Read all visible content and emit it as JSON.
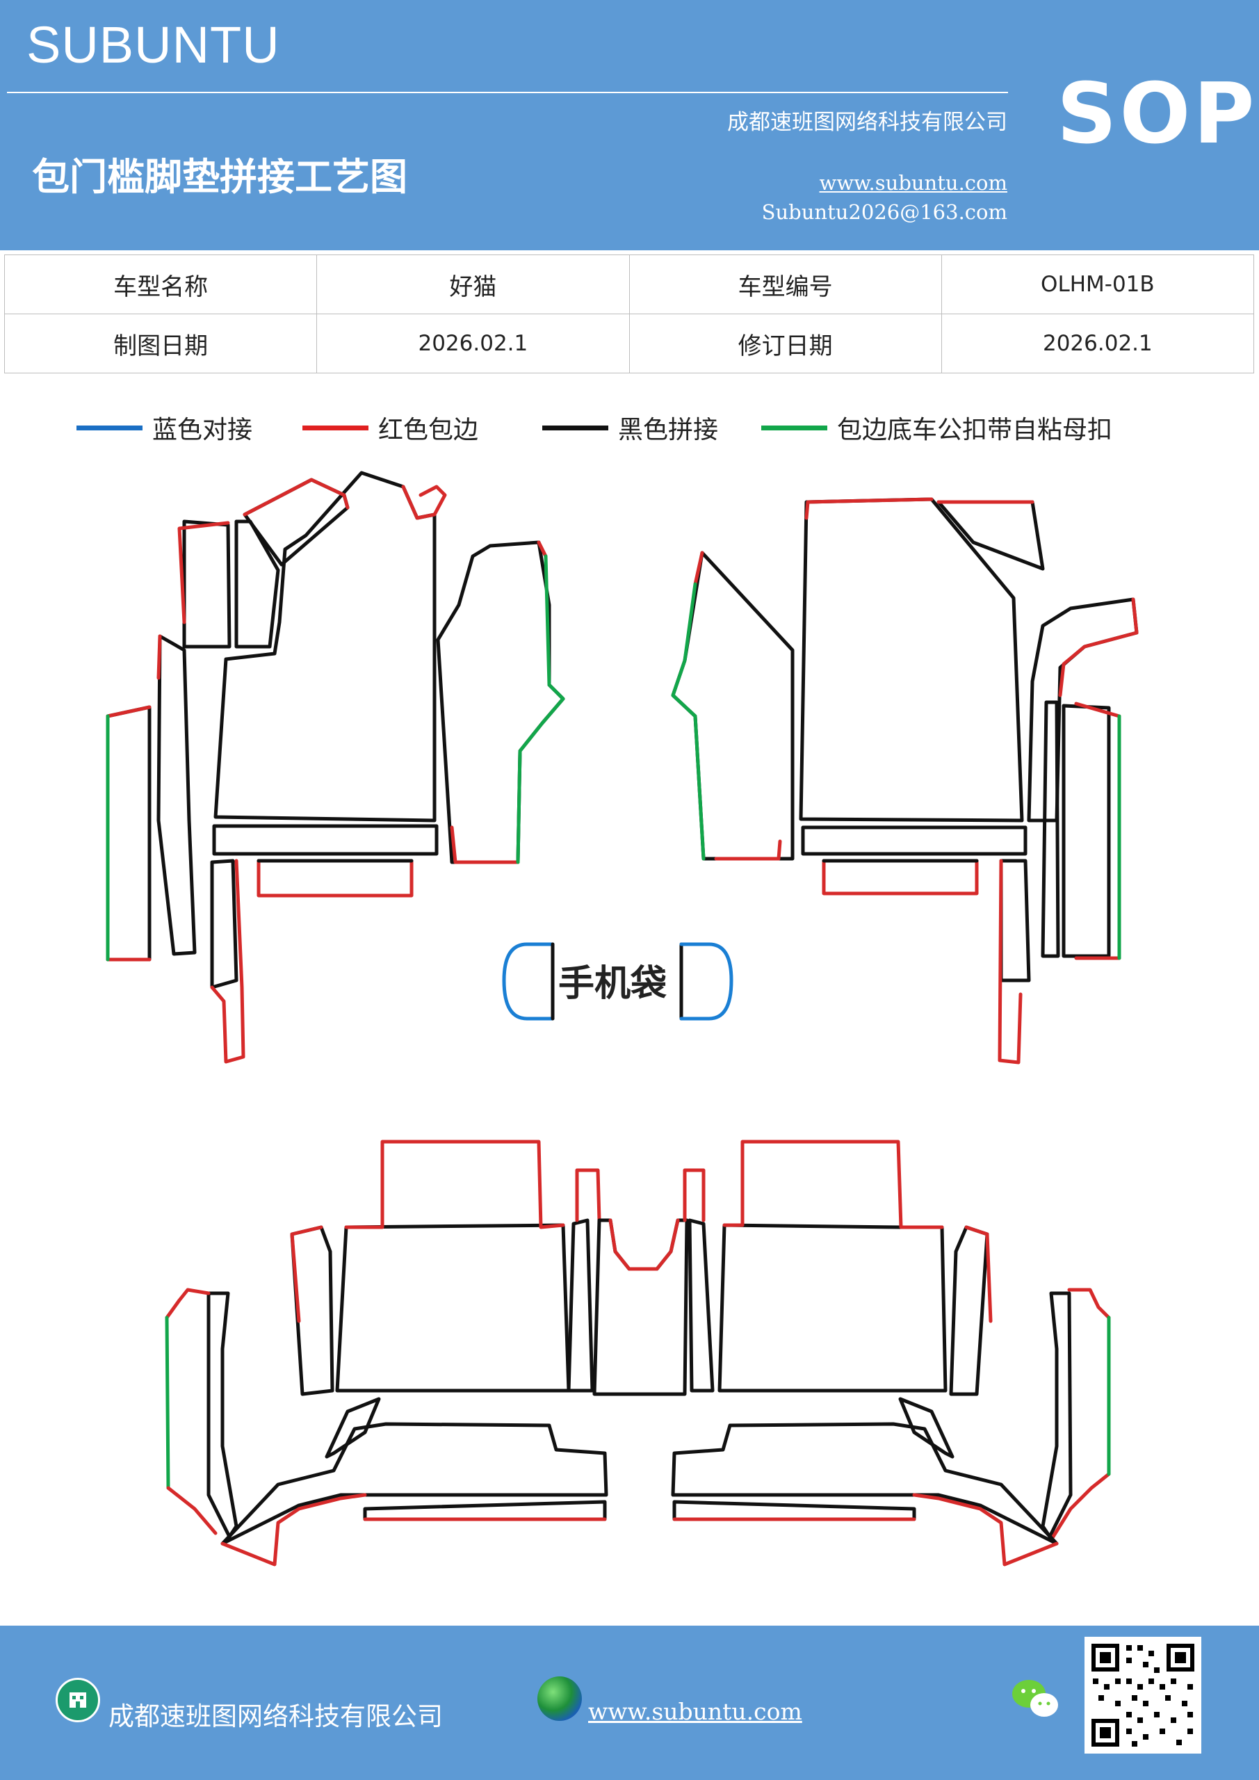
{
  "header": {
    "brand": "SUBUNTU",
    "badge": "SOP",
    "company": "成都速班图网络科技有限公司",
    "title": "包门槛脚垫拼接工艺图",
    "website": "www.subuntu.com",
    "email": "Subuntu2026@163.com"
  },
  "info_table": {
    "rows": [
      {
        "label1": "车型名称",
        "value1": "好猫",
        "label2": "车型编号",
        "value2": "OLHM-01B"
      },
      {
        "label1": "制图日期",
        "value1": "2026.02.1",
        "label2": "修订日期",
        "value2": "2026.02.1"
      }
    ]
  },
  "legend": [
    {
      "label": "蓝色对接",
      "color": "#1a6fc4"
    },
    {
      "label": "红色包边",
      "color": "#e02020"
    },
    {
      "label": "黑色拼接",
      "color": "#111111"
    },
    {
      "label": "包边底车公扣带自粘母扣",
      "color": "#12a64a"
    }
  ],
  "drawing": {
    "phone_bag_label": "手机袋",
    "colors": {
      "black": "#111111",
      "red": "#d62a2a",
      "green": "#12a64a",
      "blue": "#1a7fd4"
    }
  },
  "footer": {
    "company": "成都速班图网络科技有限公司",
    "website": "www.subuntu.com"
  }
}
